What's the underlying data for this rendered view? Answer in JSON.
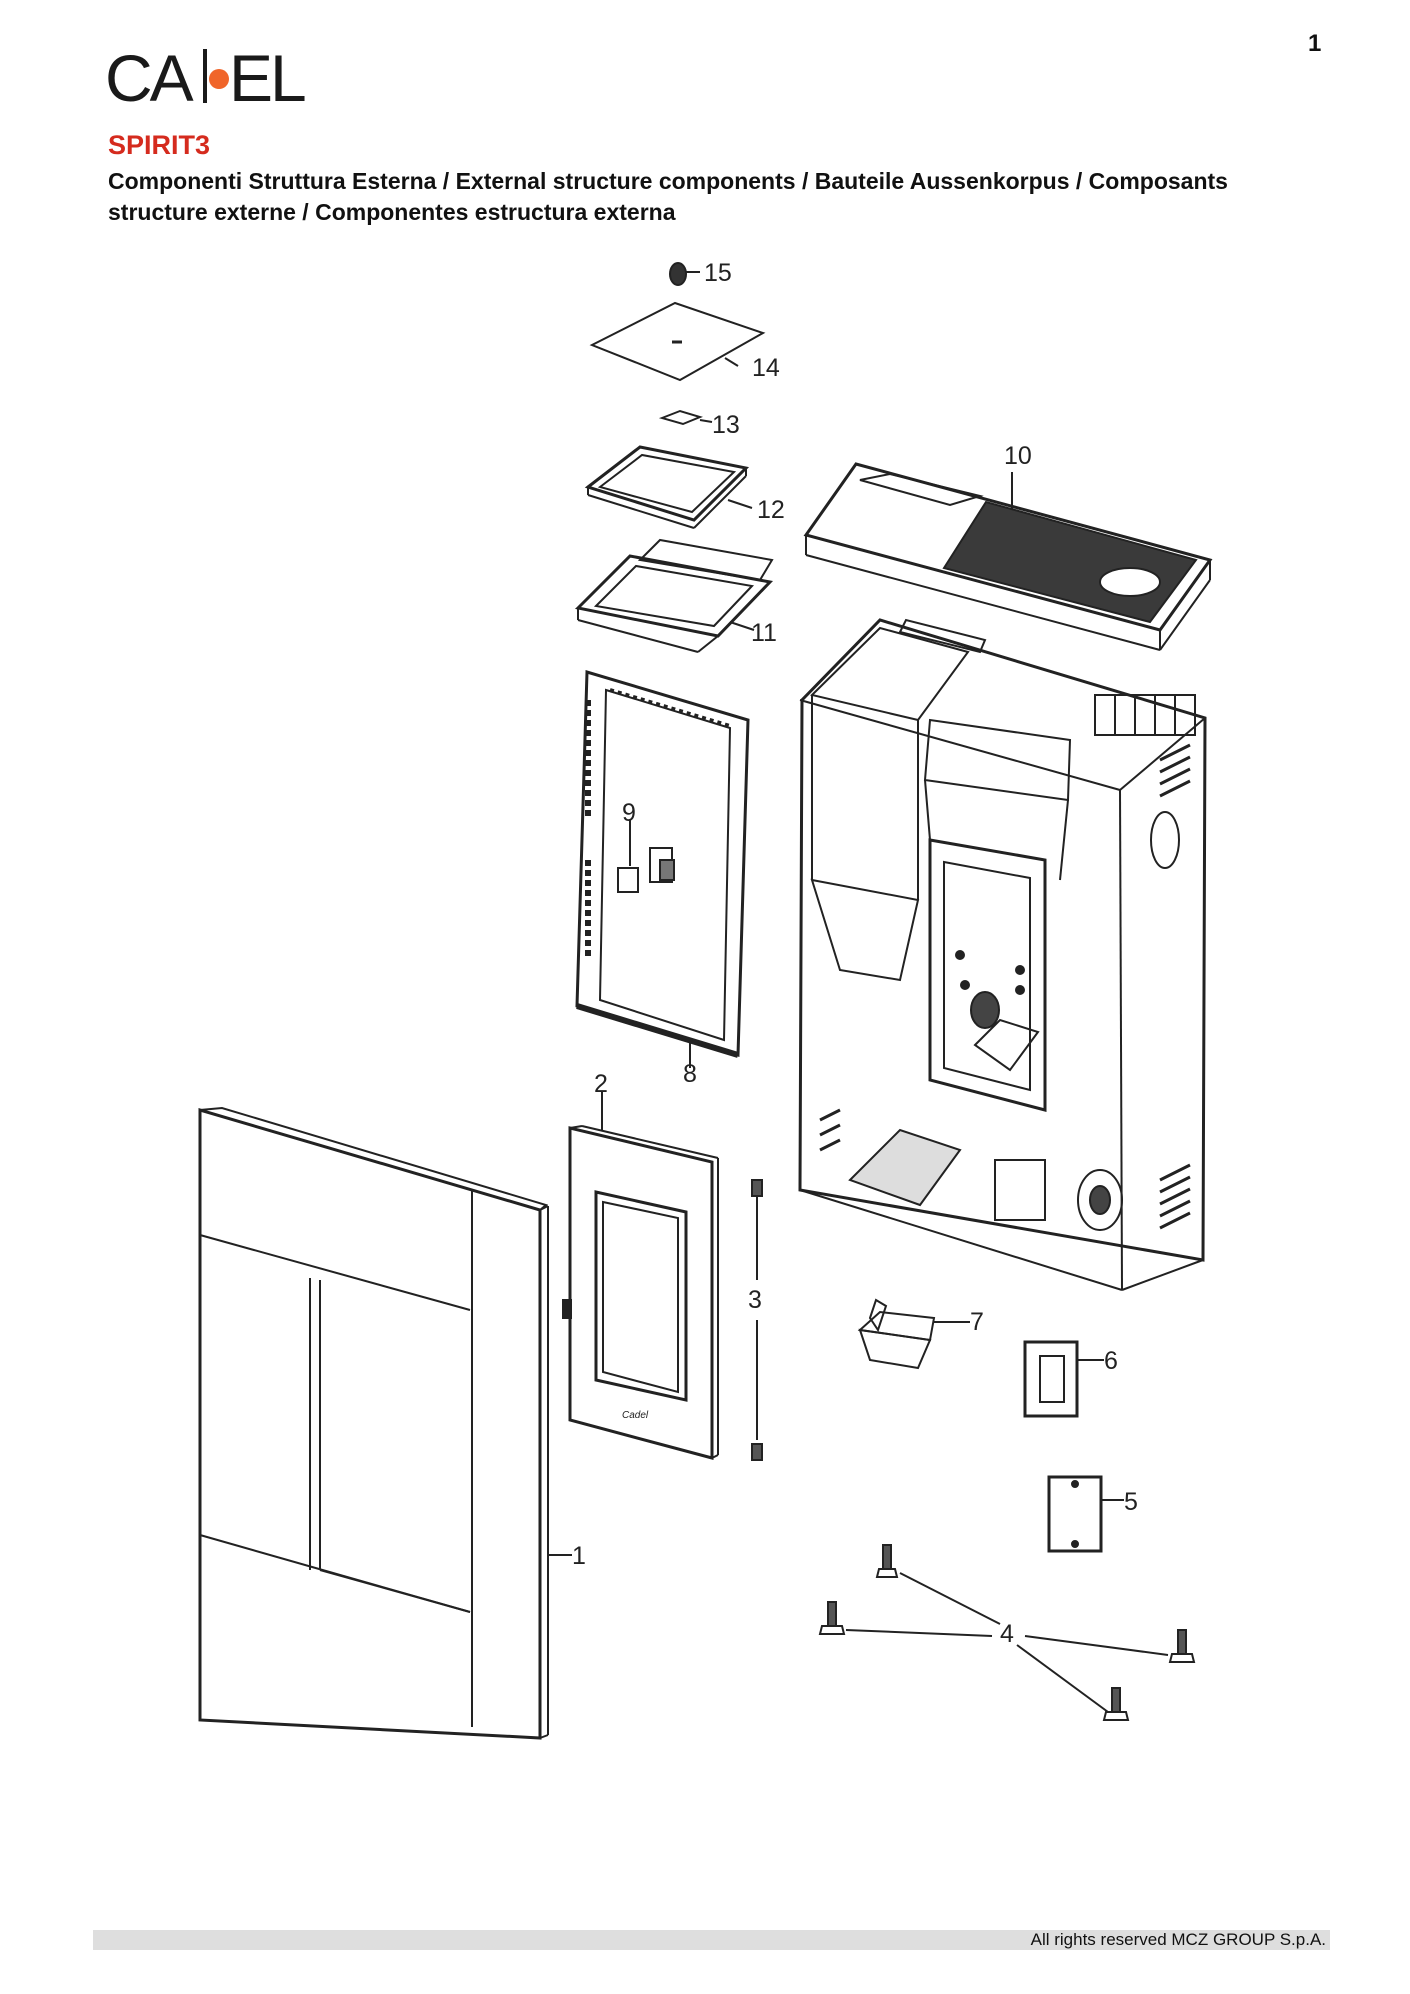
{
  "page": {
    "number": "1"
  },
  "header": {
    "logo_text": "CADEL",
    "product": "SPIRIT3",
    "subtitle": "Componenti Struttura Esterna / External structure components / Bauteile Aussenkorpus / Composants structure externe / Componentes estructura externa"
  },
  "colors": {
    "brand_red": "#d52b1e",
    "logo_orange": "#f0652a",
    "footer_bar": "#dedede"
  },
  "drawing": {
    "callouts": [
      "15",
      "14",
      "13",
      "12",
      "11",
      "10",
      "9",
      "8",
      "2",
      "3",
      "7",
      "6",
      "5",
      "1",
      "4"
    ]
  },
  "footer": {
    "copyright": "All rights reserved MCZ GROUP S.p.A."
  }
}
